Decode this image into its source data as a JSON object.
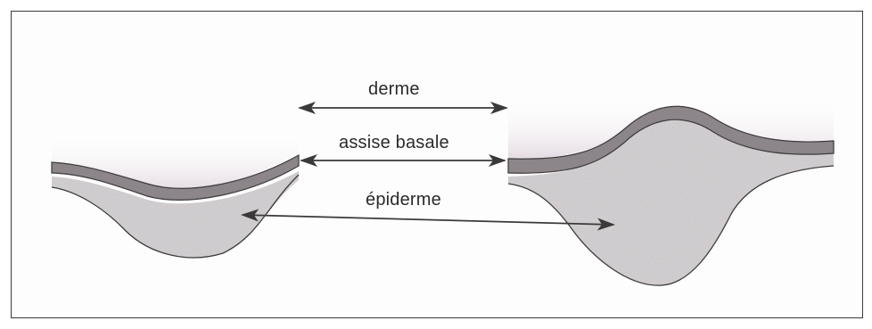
{
  "labels": {
    "derme": "derme",
    "assise_basale": "assise basale",
    "epiderme": "épiderme"
  },
  "colors": {
    "tissue": "#d9d6d8",
    "basal_layer": "#8c8589",
    "outline": "#3c3c3c",
    "haze": "#e7dfe6",
    "arrow": "#3a3a3a"
  }
}
